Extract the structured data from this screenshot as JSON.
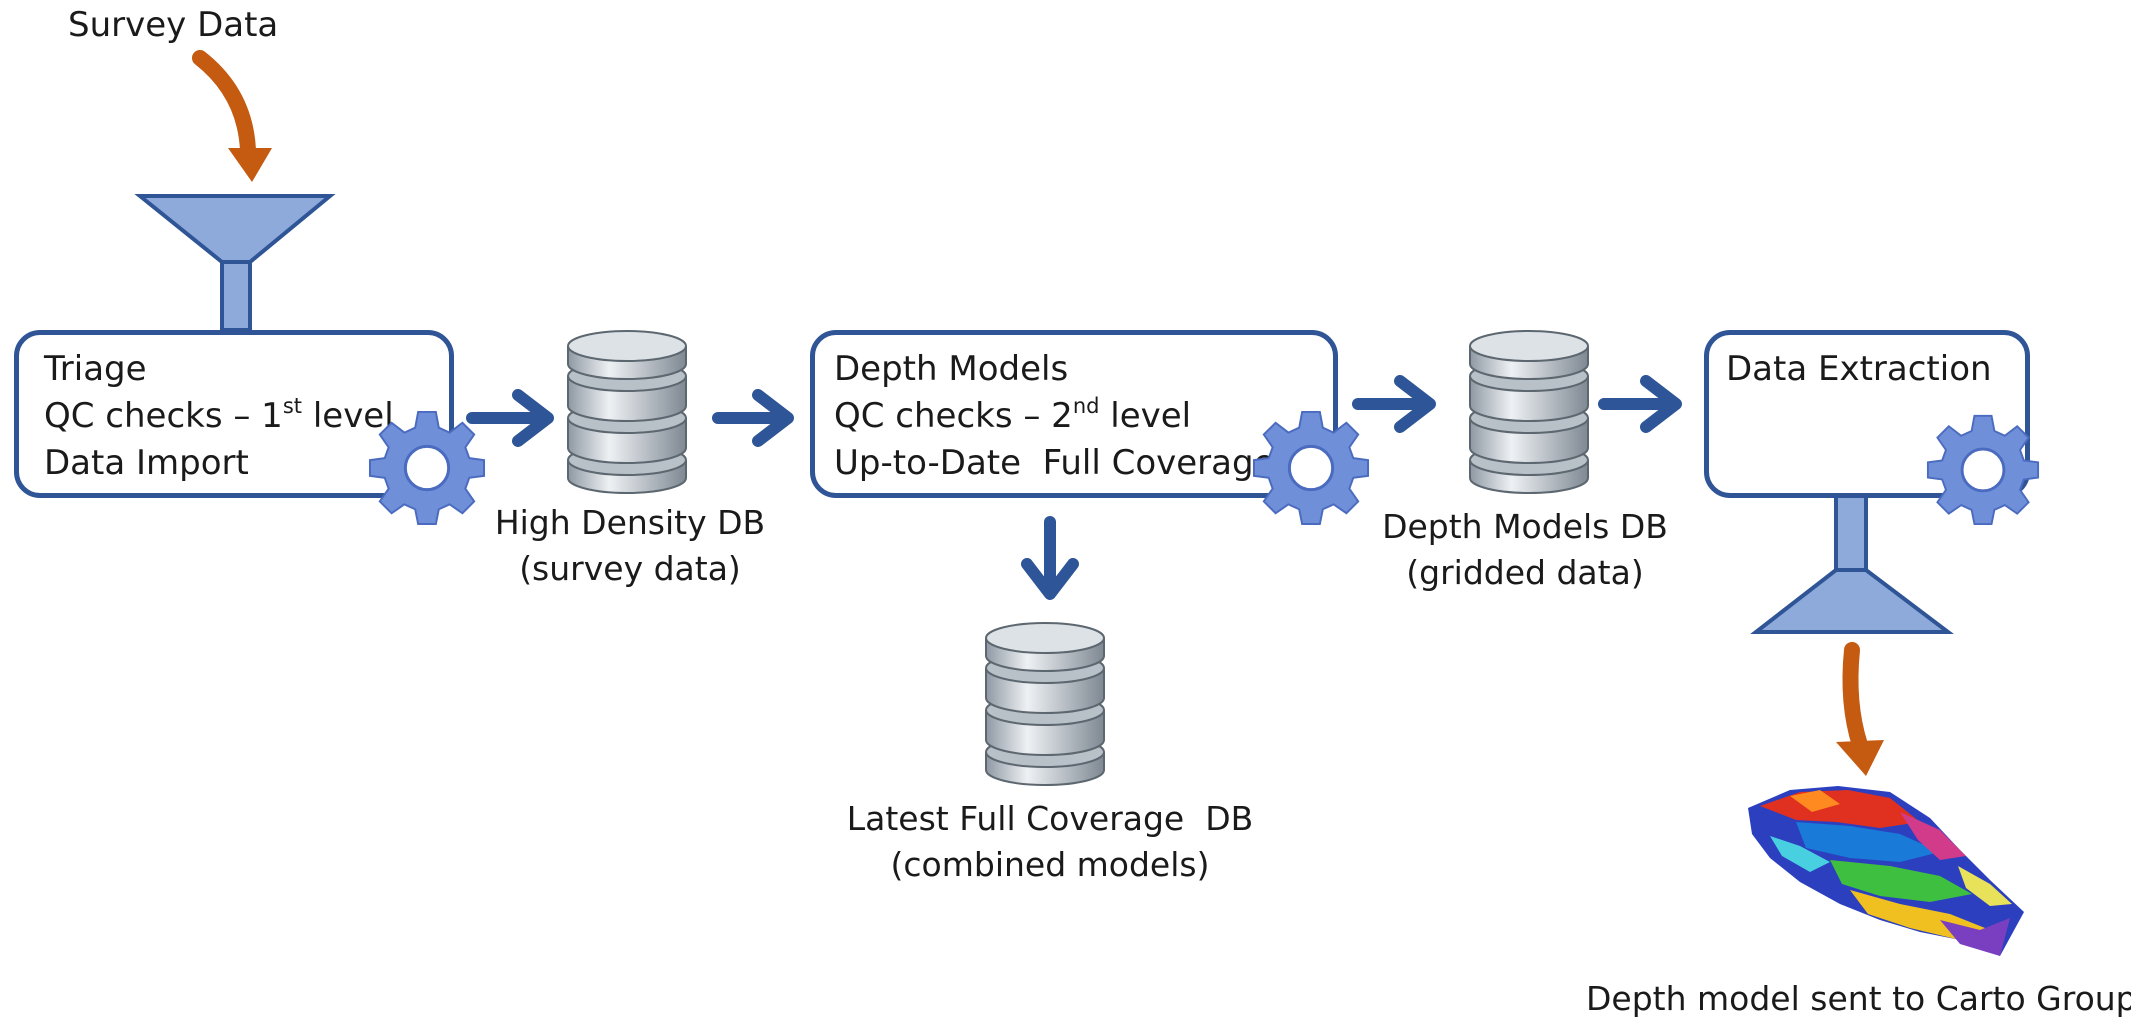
{
  "survey_input_label": "Survey Data",
  "triage": {
    "line1": "Triage",
    "line2_prefix": "QC checks – 1",
    "line2_sup": "st",
    "line2_suffix": " level",
    "line3": "Data Import"
  },
  "high_density_db": {
    "line1": "High Density DB",
    "line2": "(survey data)"
  },
  "depth_models": {
    "line1": "Depth Models",
    "line2_prefix": "QC checks – 2",
    "line2_sup": "nd",
    "line2_suffix": " level",
    "line3": "Up-to-Date  Full Coverage"
  },
  "latest_full_coverage_db": {
    "line1": "Latest Full Coverage  DB",
    "line2": "(combined models)"
  },
  "depth_models_db": {
    "line1": "Depth Models DB",
    "line2": "(gridded data)"
  },
  "data_extraction": {
    "line1": "Data Extraction"
  },
  "output_label": "Depth model sent to Carto Group",
  "colors": {
    "box_border": "#2f5597",
    "arrow": "#2e5597",
    "funnel_fill": "#8eaadb",
    "funnel_stroke": "#2f5597",
    "curved_arrow": "#c55a11",
    "gear": "#6f8fd8",
    "db_silver": "#c9d0d6"
  },
  "icons": [
    "gear-icon",
    "database-icon",
    "funnel-icon",
    "arrow-right-icon",
    "arrow-down-icon",
    "curved-arrow-icon",
    "terrain-model-image"
  ]
}
